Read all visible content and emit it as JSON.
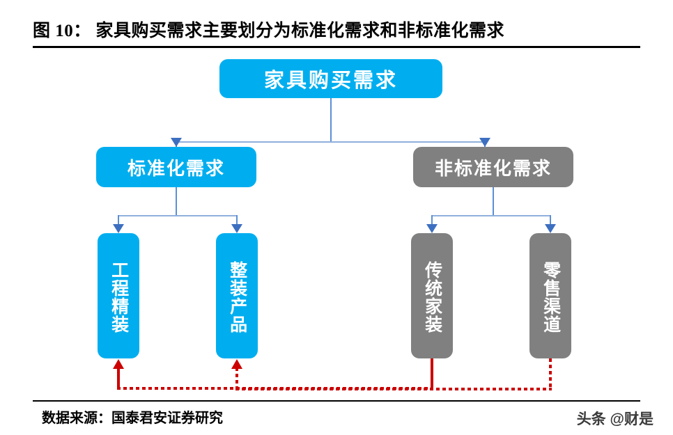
{
  "figure": {
    "title": "图 10： 家具购买需求主要划分为标准化需求和非标准化需求",
    "source_note": "数据来源：国泰君安证券研究",
    "watermark": "头条 @财是"
  },
  "colors": {
    "blue": "#00AEEF",
    "gray": "#808080",
    "connector_blue": "#5B8FD4",
    "feedback_red": "#CC0000",
    "rule_black": "#000000"
  },
  "diagram": {
    "type": "tree",
    "root": {
      "label": "家具购买需求",
      "color": "blue"
    },
    "level2": [
      {
        "id": "standard",
        "label": "标准化需求",
        "color": "blue"
      },
      {
        "id": "nonstandard",
        "label": "非标准化需求",
        "color": "gray"
      }
    ],
    "leaves": [
      {
        "id": "engineering",
        "label": "工程精装",
        "color": "blue",
        "parent": "standard"
      },
      {
        "id": "wholepkg",
        "label": "整装产品",
        "color": "blue",
        "parent": "standard"
      },
      {
        "id": "traditional",
        "label": "传统家装",
        "color": "gray",
        "parent": "nonstandard"
      },
      {
        "id": "retail",
        "label": "零售渠道",
        "color": "gray",
        "parent": "nonstandard"
      }
    ],
    "feedback_links": [
      {
        "from": "traditional",
        "to": "engineering",
        "style": "red-dashed-arrow"
      },
      {
        "from": "retail",
        "to": "wholepkg",
        "style": "red-dashed-arrow"
      }
    ]
  }
}
